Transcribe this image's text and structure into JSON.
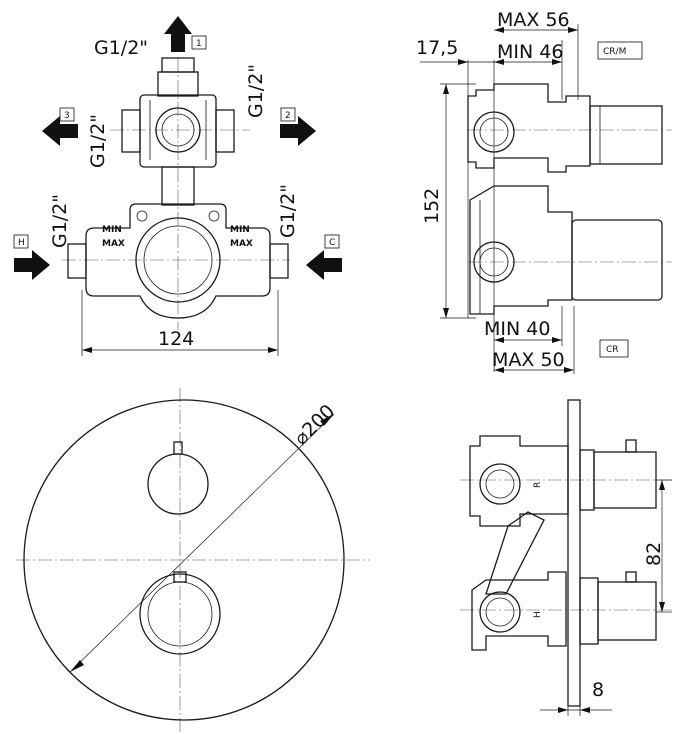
{
  "views": {
    "top_left": {
      "thread_labels": [
        "G1/2\"",
        "G1/2\"",
        "G1/2\"",
        "G1/2\"",
        "G1/2\""
      ],
      "port_1": "1",
      "port_2": "2",
      "port_3": "3",
      "port_hot": "H",
      "port_cold": "C",
      "min_label": "MIN",
      "max_label": "MAX",
      "width_dim": "124"
    },
    "top_right": {
      "dim_17_5": "17,5",
      "max_56": "MAX 56",
      "min_46": "MIN 46",
      "variant_crm": "CR/M",
      "dim_152": "152",
      "min_40": "MIN 40",
      "max_50": "MAX 50",
      "variant_cr": "CR"
    },
    "bottom_left": {
      "diameter": "⌀200"
    },
    "bottom_right": {
      "dim_82": "82",
      "dim_8": "8",
      "side_labels": [
        "R",
        "H"
      ]
    }
  }
}
